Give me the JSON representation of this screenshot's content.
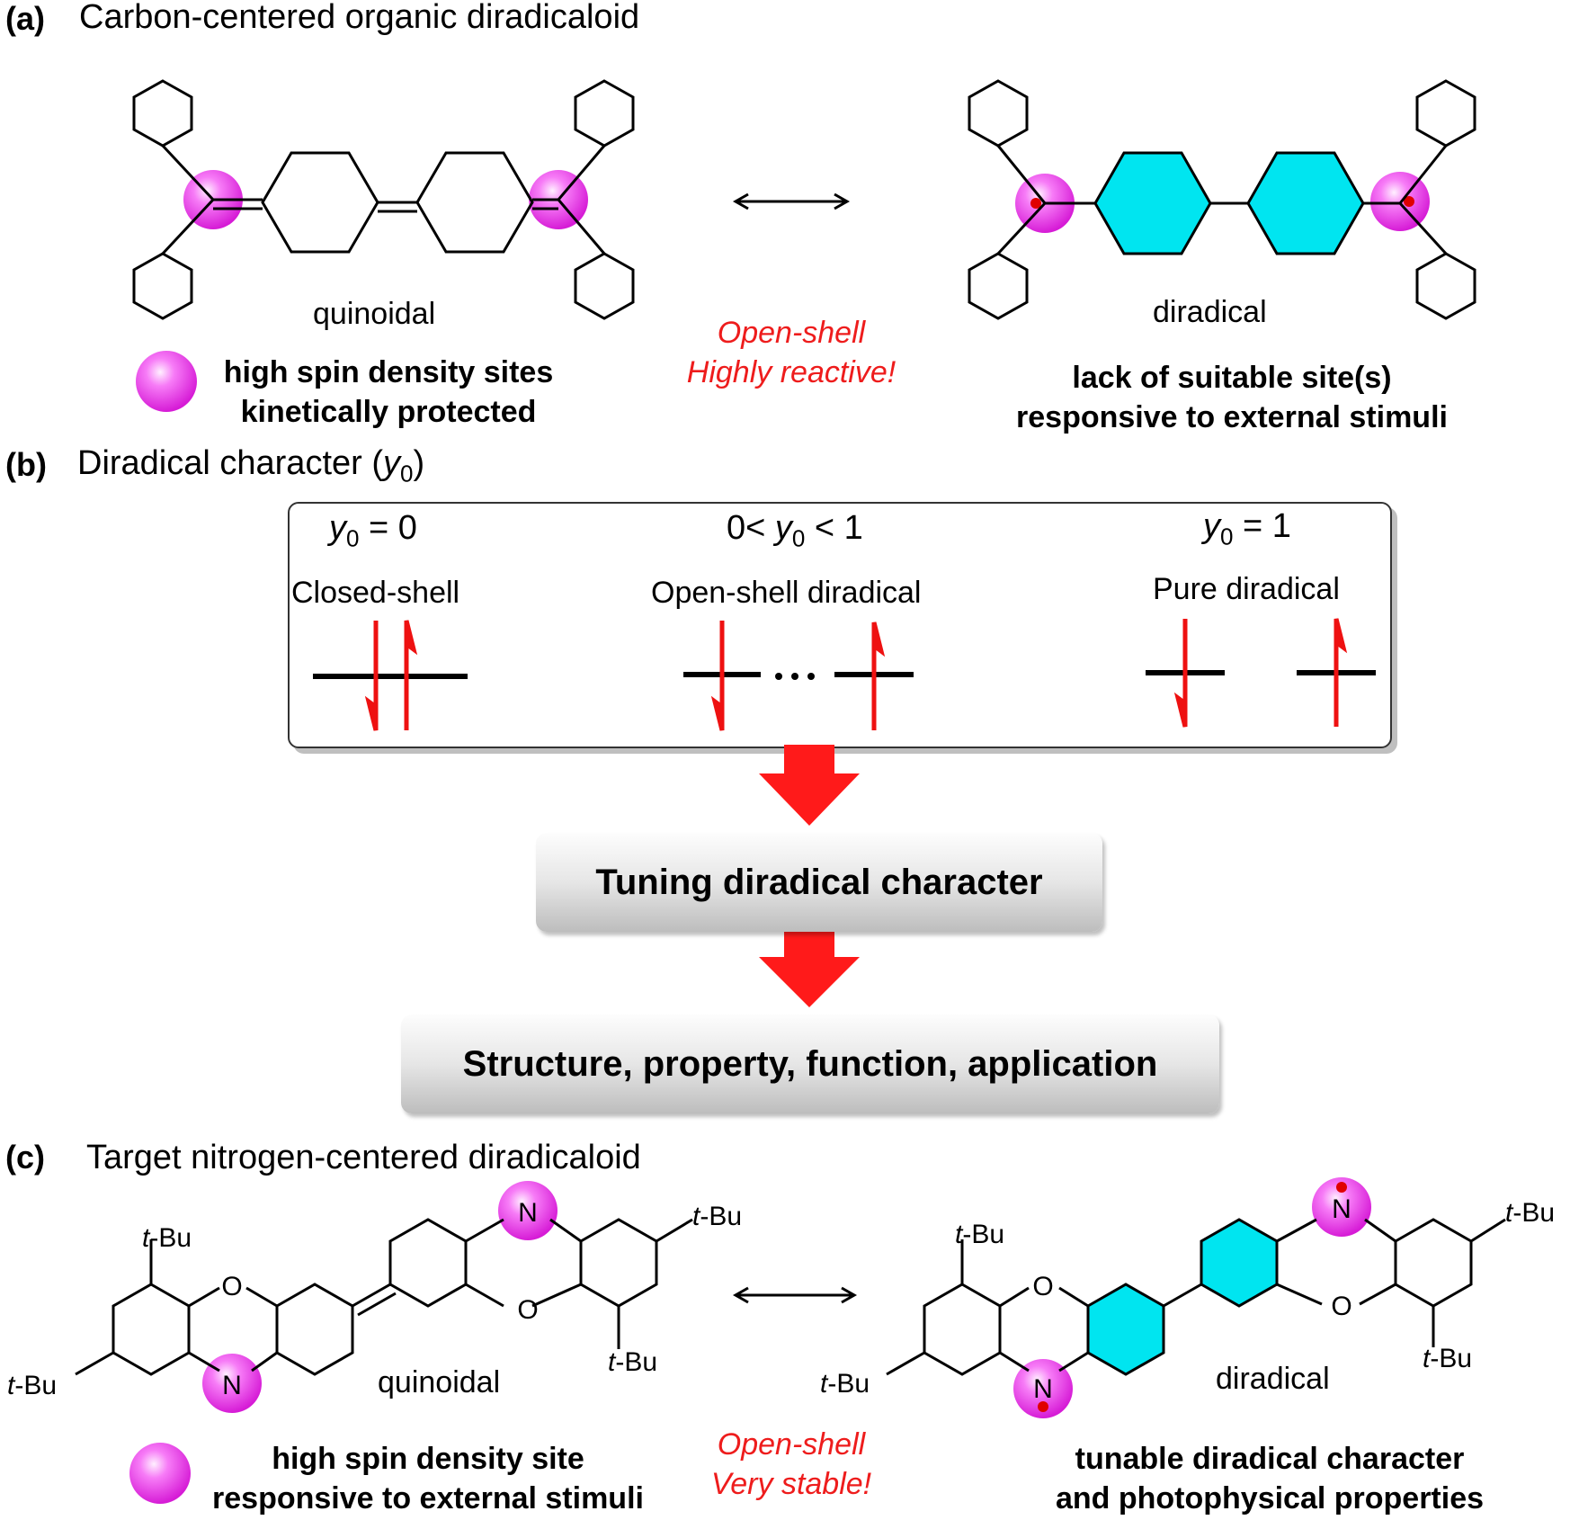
{
  "panel_a": {
    "label": "(a)",
    "title": "Carbon-centered organic diradicaloid",
    "left_label": "quinoidal",
    "right_label": "diradical",
    "left_note": [
      "high spin density sites",
      "kinetically protected"
    ],
    "center_note": [
      "Open-shell",
      "Highly reactive!"
    ],
    "right_note": [
      "lack of suitable site(s)",
      "responsive to external stimuli"
    ]
  },
  "panel_b": {
    "label": "(b)",
    "title_main": "Diradical character (",
    "title_var": "y",
    "title_sub": "0",
    "title_end": ")",
    "states": [
      {
        "eq_var": "y",
        "eq_sub": "0",
        "eq_rest": " = 0",
        "name": "Closed-shell"
      },
      {
        "eq_pre": "0< ",
        "eq_var": "y",
        "eq_sub": "0",
        "eq_rest": " < 1",
        "name": "Open-shell diradical"
      },
      {
        "eq_var": "y",
        "eq_sub": "0",
        "eq_rest": " = 1",
        "name": "Pure diradical"
      }
    ],
    "box1": "Tuning diradical character",
    "box2": "Structure, property, function, application"
  },
  "panel_c": {
    "label": "(c)",
    "title": "Target nitrogen-centered diradicaloid",
    "left_label": "quinoidal",
    "right_label": "diradical",
    "tbu_prefix": "t",
    "tbu_suffix": "-Bu",
    "atom_N": "N",
    "atom_O": "O",
    "left_note": [
      "high spin density site",
      "responsive to external stimuli"
    ],
    "center_note": [
      "Open-shell",
      "Very stable!"
    ],
    "right_note": [
      "tunable diradical character",
      "and photophysical properties"
    ]
  },
  "colors": {
    "spin_site": "#ee33ee",
    "aromatic_ring": "#00e5f0",
    "electron_arrow": "#ee1111",
    "annotation_red": "#ee1c1c",
    "big_arrow": "#ff1a1a"
  }
}
